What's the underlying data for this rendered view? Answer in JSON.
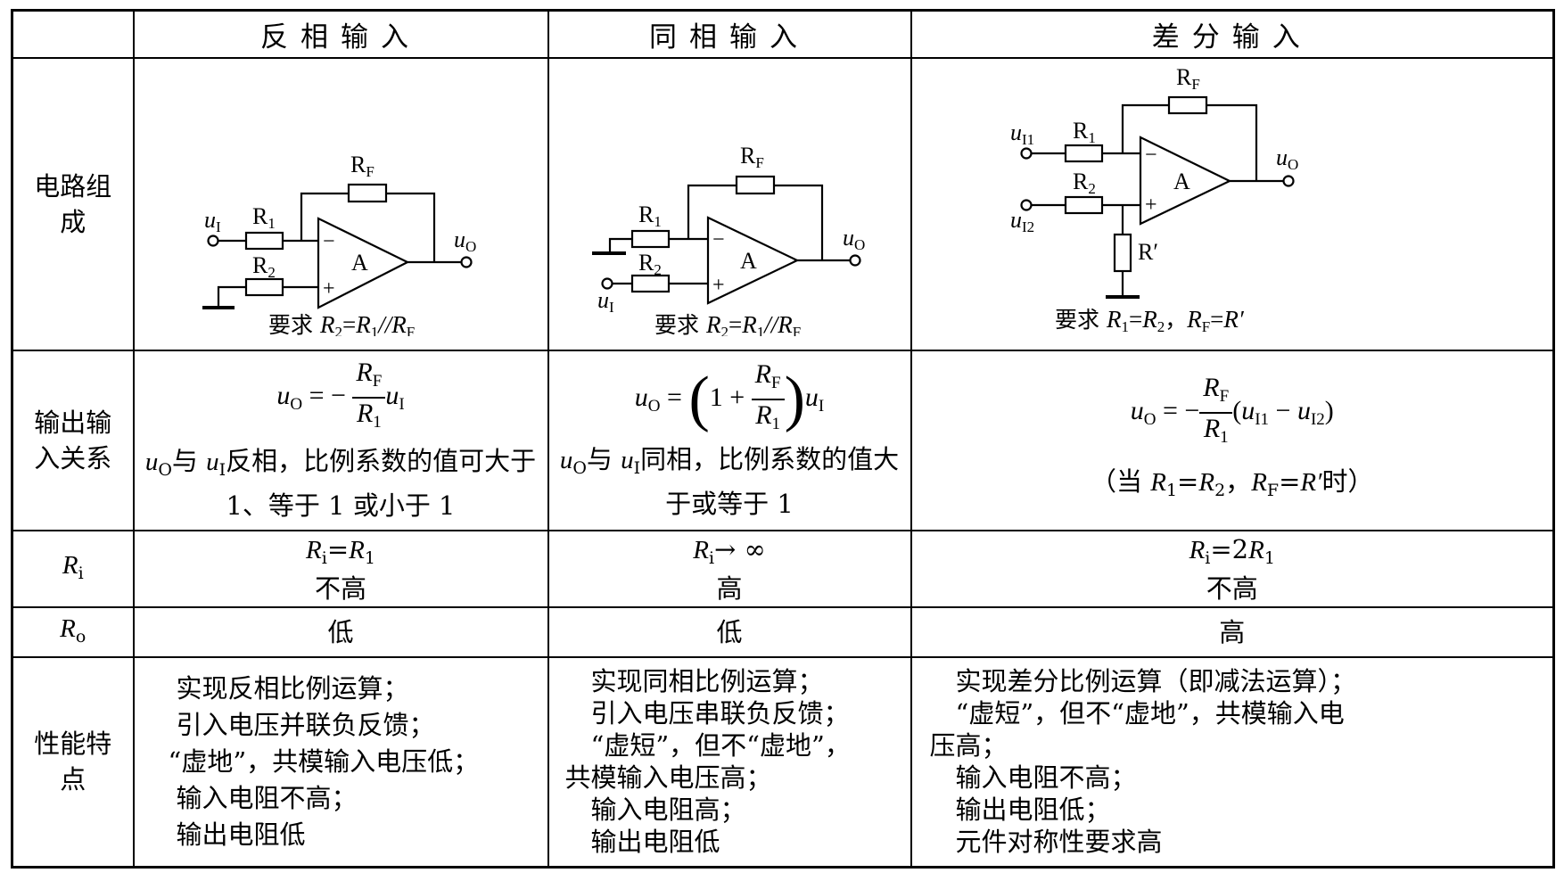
{
  "headers": {
    "corner": "",
    "col1": "反相输入",
    "col2": "同相输入",
    "col3": "差分输入"
  },
  "rows": {
    "circuit": {
      "label_line1": "电路组",
      "label_line2": "成"
    },
    "relation": {
      "label_line1": "输出输",
      "label_line2": "入关系"
    },
    "ri": {
      "label_main": "R",
      "label_sub": "i"
    },
    "ro": {
      "label_main": "R",
      "label_sub": "o"
    },
    "features": {
      "label_line1": "性能特",
      "label_line2": "点"
    }
  },
  "circuit": {
    "inverting": {
      "rf": "R",
      "rf_sub": "F",
      "r1": "R",
      "r1_sub": "1",
      "r2": "R",
      "r2_sub": "2",
      "in": "u",
      "in_sub": "I",
      "out": "u",
      "out_sub": "O",
      "amp": "A",
      "minus": "−",
      "plus": "+",
      "req_prefix": "要求 ",
      "req_a": "R",
      "req_a_sub": "2",
      "req_eq": "=",
      "req_b": "R",
      "req_b_sub": "1",
      "req_par": "//",
      "req_c": "R",
      "req_c_sub": "F"
    },
    "noninverting": {
      "rf": "R",
      "rf_sub": "F",
      "r1": "R",
      "r1_sub": "1",
      "r2": "R",
      "r2_sub": "2",
      "in": "u",
      "in_sub": "I",
      "out": "u",
      "out_sub": "O",
      "amp": "A",
      "minus": "−",
      "plus": "+",
      "req_prefix": "要求 ",
      "req_a": "R",
      "req_a_sub": "2",
      "req_eq": "=",
      "req_b": "R",
      "req_b_sub": "1",
      "req_par": "//",
      "req_c": "R",
      "req_c_sub": "F"
    },
    "differential": {
      "rf": "R",
      "rf_sub": "F",
      "r1": "R",
      "r1_sub": "1",
      "r2": "R",
      "r2_sub": "2",
      "rp": "R′",
      "in1": "u",
      "in1_sub": "I1",
      "in2": "u",
      "in2_sub": "I2",
      "out": "u",
      "out_sub": "O",
      "amp": "A",
      "minus": "−",
      "plus": "+",
      "req_prefix": "要求 ",
      "req_a": "R",
      "req_a_sub": "1",
      "req_eq": "=",
      "req_b": "R",
      "req_b_sub": "2",
      "req_sep": "，",
      "req_c": "R",
      "req_c_sub": "F",
      "req_eq2": "=",
      "req_d": "R′"
    }
  },
  "relation": {
    "inverting": {
      "lhs": "u",
      "lhs_sub": "O",
      "eq": " = −",
      "num": "R",
      "num_sub": "F",
      "den": "R",
      "den_sub": "1",
      "rhs": "u",
      "rhs_sub": "I",
      "text1_a": "u",
      "text1_a_sub": "O",
      "text1_b": "与 ",
      "text1_c": "u",
      "text1_c_sub": "I",
      "text1_d": "反相，比例系数的值可大于",
      "text2": "1、等于 1 或小于 1"
    },
    "noninverting": {
      "lhs": "u",
      "lhs_sub": "O",
      "eq": " = ",
      "one": "1 + ",
      "num": "R",
      "num_sub": "F",
      "den": "R",
      "den_sub": "1",
      "rhs": "u",
      "rhs_sub": "I",
      "text1_a": "u",
      "text1_a_sub": "O",
      "text1_b": "与 ",
      "text1_c": "u",
      "text1_c_sub": "I",
      "text1_d": "同相，比例系数的值大",
      "text2": "于或等于 1"
    },
    "differential": {
      "lhs": "u",
      "lhs_sub": "O",
      "eq": " = −",
      "num": "R",
      "num_sub": "F",
      "den": "R",
      "den_sub": "1",
      "paren_open": "(",
      "a": "u",
      "a_sub": "I1",
      "minus": " − ",
      "b": "u",
      "b_sub": "I2",
      "paren_close": ")",
      "cond_open": "（当 ",
      "c1": "R",
      "c1_sub": "1",
      "c_eq": "=",
      "c2": "R",
      "c2_sub": "2",
      "c_sep": "，",
      "c3": "R",
      "c3_sub": "F",
      "c_eq2": "=",
      "c4": "R′",
      "cond_close": "时）"
    }
  },
  "ri": {
    "inverting": {
      "a": "R",
      "a_sub": "i",
      "eq": "=",
      "b": "R",
      "b_sub": "1",
      "desc": "不高"
    },
    "noninverting": {
      "a": "R",
      "a_sub": "i",
      "eq": "→ ∞",
      "desc": "高"
    },
    "differential": {
      "a": "R",
      "a_sub": "i",
      "eq": "=2",
      "b": "R",
      "b_sub": "1",
      "desc": "不高"
    }
  },
  "ro": {
    "inverting": "低",
    "noninverting": "低",
    "differential": "高"
  },
  "features": {
    "inverting": [
      "　实现反相比例运算；",
      "　引入电压并联负反馈；",
      "“虚地”，共模输入电压低；",
      "　输入电阻不高；",
      "　输出电阻低"
    ],
    "noninverting": [
      "　实现同相比例运算；",
      "　引入电压串联负反馈；",
      "　“虚短”，但不“虚地”，",
      "共模输入电压高；",
      "　输入电阻高；",
      "　输出电阻低"
    ],
    "differential": [
      "　实现差分比例运算（即减法运算）；",
      "　“虚短”，但不“虚地”，共模输入电",
      "压高；",
      "　输入电阻不高；",
      "　输出电阻低；",
      "　元件对称性要求高"
    ]
  }
}
